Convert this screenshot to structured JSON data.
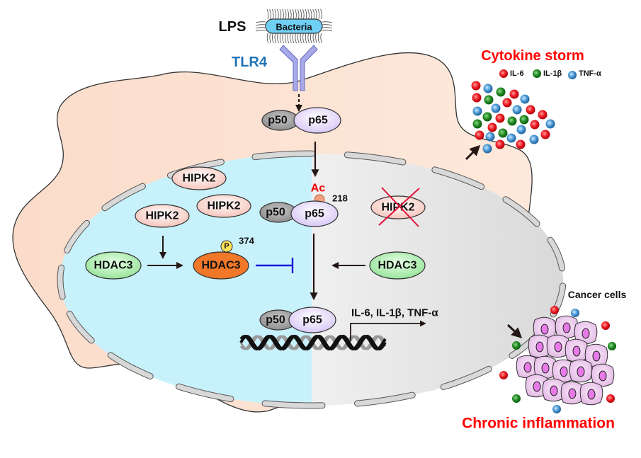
{
  "title": "HIPK2–HDAC3 regulation of NF-κB signaling",
  "top": {
    "lps_label": "LPS",
    "bacteria_label": "Bacteria",
    "tlr4_label": "TLR4"
  },
  "cytoplasm": {
    "p50_label": "p50",
    "p65_label": "p65"
  },
  "nucleus": {
    "hipk2_labels": [
      "HIPK2",
      "HIPK2",
      "HIPK2"
    ],
    "hipk2_knockout_label": "HIPK2",
    "hdac3_left_label": "HDAC3",
    "hdac3_phospho_label": "HDAC3",
    "phospho_mark": "P",
    "phospho_site": "374",
    "hdac3_right_label": "HDAC3",
    "acetyl_mark": "Ac",
    "acetyl_site": "218",
    "acetyl_p50_label": "p50",
    "acetyl_p65_label": "p65",
    "dna_p50_label": "p50",
    "dna_p65_label": "p65",
    "target_genes": "IL-6, IL-1β, TNF-α"
  },
  "cytokine_storm": {
    "title": "Cytokine storm",
    "legend": [
      {
        "label": "IL-6",
        "color": "#e8161e"
      },
      {
        "label": "IL-1β",
        "color": "#1e8a2a"
      },
      {
        "label": "TNF-α",
        "color": "#3b8fd0"
      }
    ]
  },
  "cancer": {
    "label": "Cancer cells",
    "outcome": "Chronic inflammation"
  },
  "colors": {
    "cytoplasm": "#fde6d8",
    "nucleus_left": "#c8f2fb",
    "nucleus_right": "#e2e2e2",
    "tlr4_text": "#1f73b7",
    "headline_red": "#ff0000",
    "inhibit_blue": "#1a1ad6",
    "hdac3_active": "#f07828",
    "hdac3_inactive": "#b8f0b8",
    "hipk2": "#f9d0c8",
    "p65": "#e4d8fa",
    "p50": "#a8a8a8"
  }
}
